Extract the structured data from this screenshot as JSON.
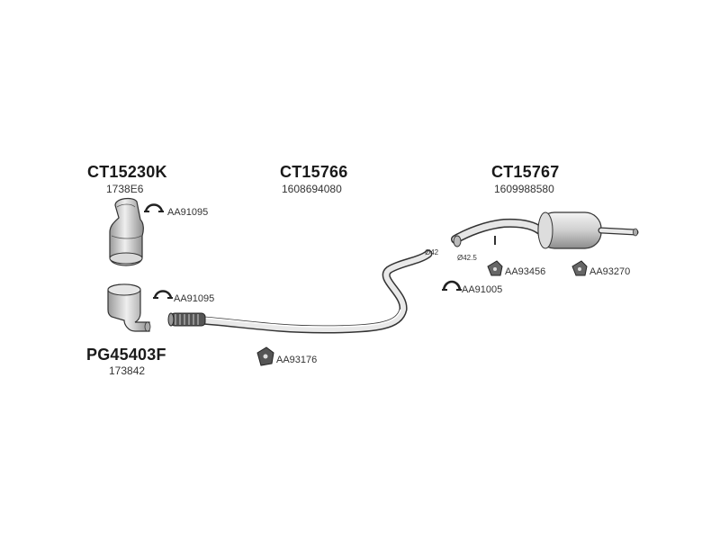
{
  "parts": {
    "catalyst_upper": {
      "code": "CT15230K",
      "ref": "1738E6"
    },
    "front_pipe": {
      "code": "CT15766",
      "ref": "1608694080"
    },
    "rear_silencer": {
      "code": "CT15767",
      "ref": "1609988580"
    },
    "catalyst_lower": {
      "code": "PG45403F",
      "ref": "173842"
    }
  },
  "accessories": {
    "clamp_upper": "AA91095",
    "clamp_lower": "AA91095",
    "mount_middle": "AA93176",
    "clamp_rear": "AA91005",
    "mount_rear_1": "AA93456",
    "mount_rear_2": "AA93270"
  },
  "diameters": {
    "front": "Ø42",
    "rear": "Ø42.5"
  }
}
